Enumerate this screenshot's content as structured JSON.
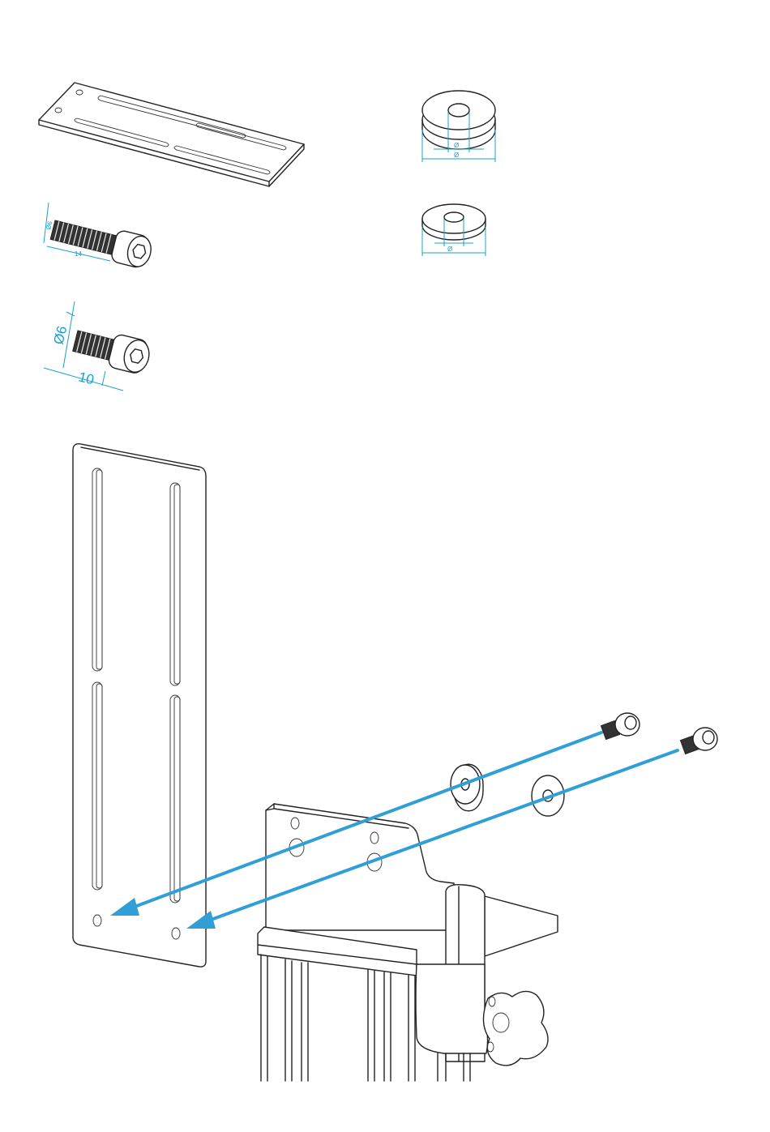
{
  "colors": {
    "line": "#222222",
    "dimension": "#1aa1c9",
    "arrow": "#2f9fd6",
    "background": "#ffffff"
  },
  "parts": {
    "short_bracket_plate": {
      "label": ""
    },
    "washer_large": {
      "inner_dia_label": "Ø",
      "outer_dia_label": "Ø"
    },
    "washer_small": {
      "inner_dia_label": "Ø"
    },
    "bolt_long": {
      "dia_label": "Ø6",
      "length_label": "14"
    },
    "bolt_short": {
      "dia_label": "Ø6",
      "length_label": "10"
    }
  },
  "assembly": {
    "arrow_count": 2
  }
}
